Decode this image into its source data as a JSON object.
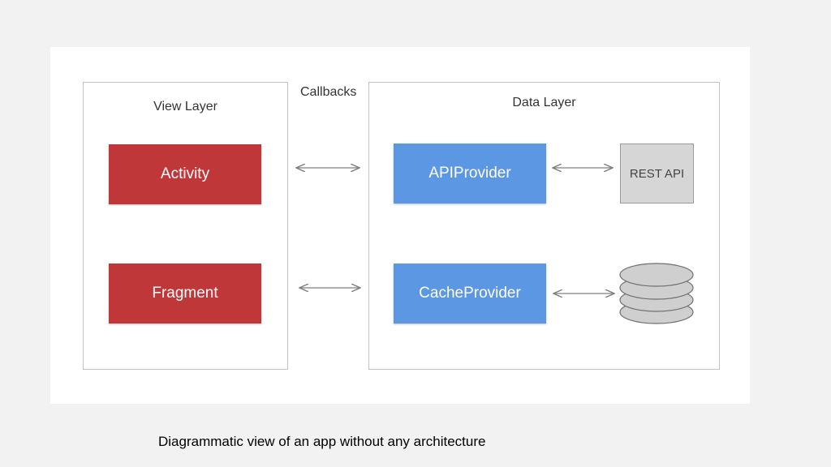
{
  "diagram": {
    "view_layer": {
      "title": "View Layer",
      "activity": "Activity",
      "fragment": "Fragment"
    },
    "callbacks_label": "Callbacks",
    "data_layer": {
      "title": "Data Layer",
      "api_provider": "APIProvider",
      "cache_provider": "CacheProvider",
      "rest_api": "REST API"
    },
    "icons": {
      "database": "database-icon",
      "arrow": "double-arrow-icon"
    },
    "colors": {
      "view_box": "#c0373a",
      "data_box": "#5b97e3",
      "rest_box": "#d6d6d6",
      "database": "#cfcfcf",
      "arrow": "#7f7f7f"
    }
  },
  "caption": "Diagrammatic view of an app without any architecture"
}
